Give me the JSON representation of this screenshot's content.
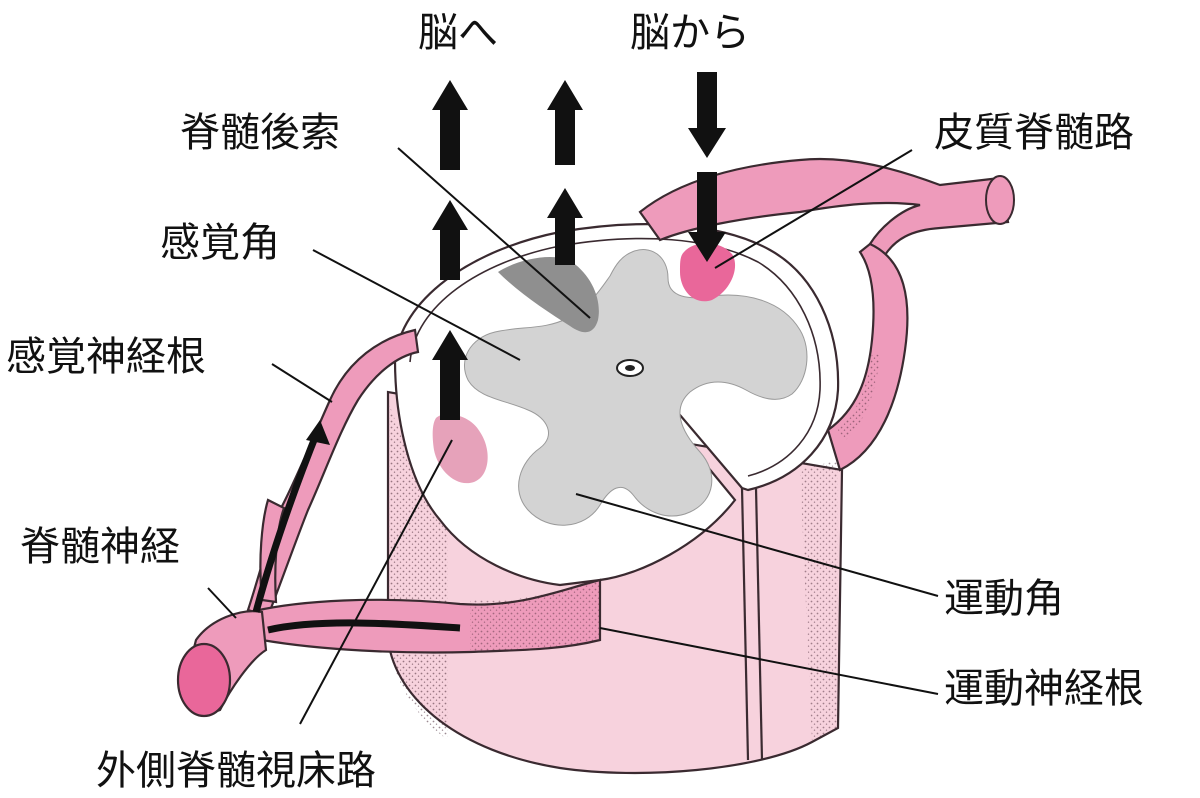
{
  "colors": {
    "pink_light": "#f7d2dd",
    "pink_mid": "#ee9bbb",
    "pink_strong": "#e9679a",
    "gray_matter": "#d3d3d3",
    "dorsal_column": "#8f8f8f",
    "arrow": "#111111"
  },
  "labels": {
    "to_brain": "脳へ",
    "from_brain": "脳から",
    "dorsal_column": "脊髄後索",
    "corticospinal_tract": "皮質脊髄路",
    "sensory_horn": "感覚角",
    "sensory_root": "感覚神経根",
    "spinal_nerve": "脊髄神経",
    "motor_horn": "運動角",
    "motor_root": "運動神経根",
    "spinothalamic_tract": "外側脊髄視床路"
  },
  "icons": {
    "ascending_arrow": "arrow-up-icon",
    "descending_arrow": "arrow-down-icon"
  }
}
